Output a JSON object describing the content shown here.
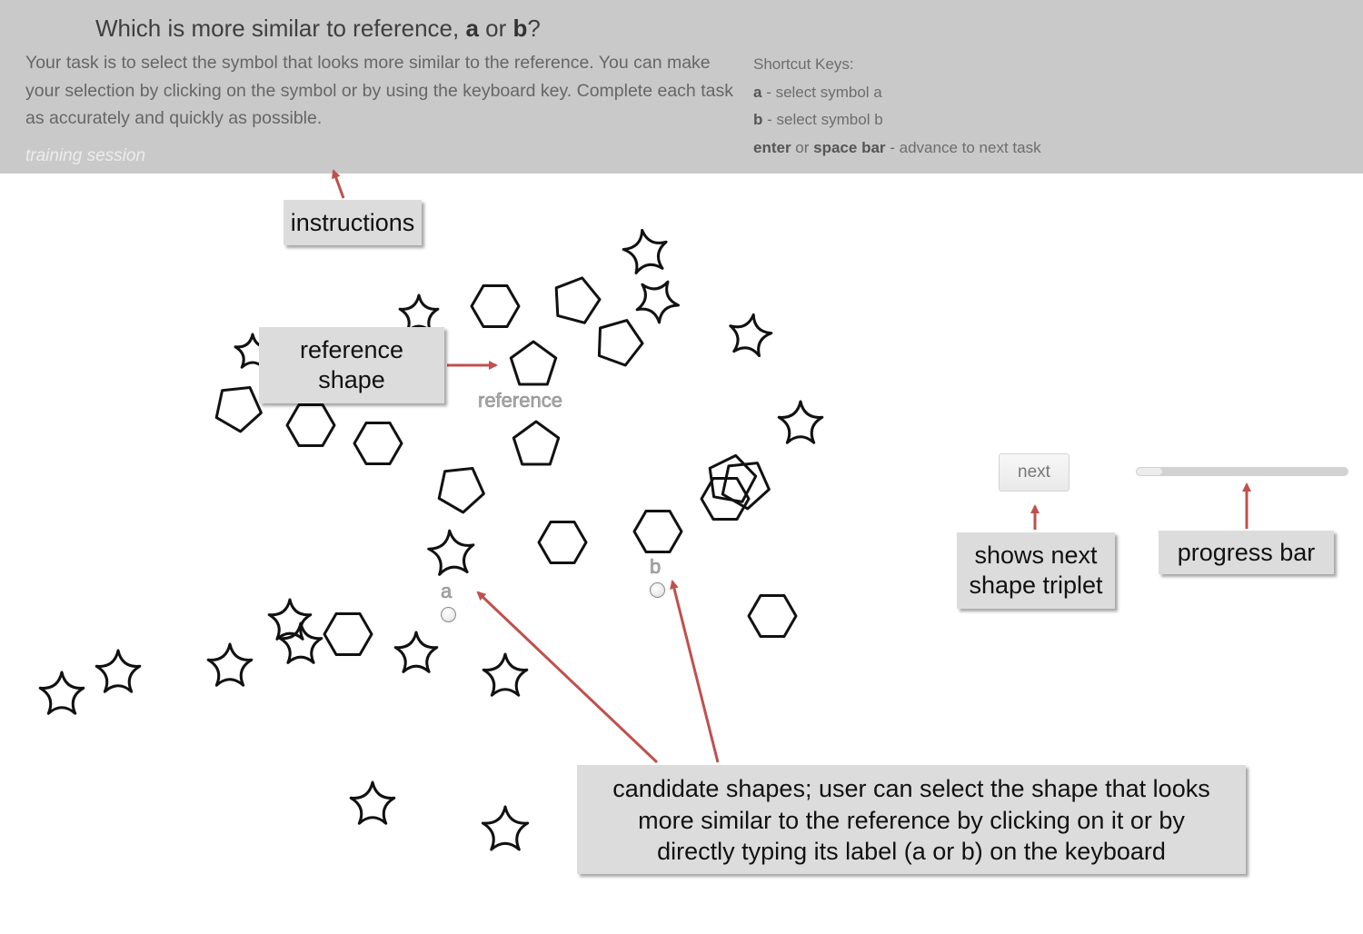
{
  "header": {
    "title_prefix": "Which is more similar to reference, ",
    "title_a": "a",
    "title_or": " or ",
    "title_b": "b",
    "title_suffix": "?",
    "description": "Your task is to select the symbol that looks more similar to the reference. You can make your selection by clicking on the symbol or by using the keyboard key. Complete each task as accurately and quickly as possible.",
    "session_label": "training session",
    "shortcuts": {
      "heading": "Shortcut Keys:",
      "a_key": "a",
      "a_desc": " - select symbol a",
      "b_key": "b",
      "b_desc": " - select symbol b",
      "enter_key": "enter",
      "enter_or": " or ",
      "space_key": "space bar",
      "advance_desc": " - advance to next task"
    }
  },
  "reference_label": "reference",
  "candidate_a_label": "a",
  "candidate_b_label": "b",
  "controls": {
    "next_label": "next",
    "progress_fraction": 0.13
  },
  "callouts": {
    "instructions": "instructions",
    "reference_line1": "reference",
    "reference_line2": "shape",
    "next_line1": "shows next",
    "next_line2": "shape triplet",
    "progress": "progress bar",
    "candidates_line1": "candidate shapes;  user can select the shape that looks",
    "candidates_line2": "more similar to the reference by clicking on it or by",
    "candidates_line3": "directly typing its label (a or b) on the keyboard"
  },
  "colors": {
    "header_bg": "#c9c9c9",
    "callout_bg": "#dcdcdc",
    "arrow": "#c0504d"
  }
}
